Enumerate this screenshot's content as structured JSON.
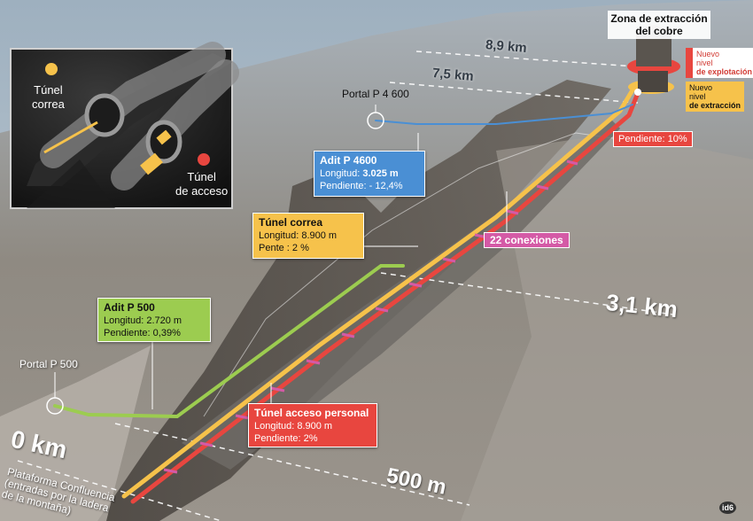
{
  "mine": {
    "title": "Zona de extracción del cobre",
    "new_exploitation_level": {
      "line1": "Nuevo",
      "line2": "nivel",
      "line3": "de explotación"
    },
    "new_extraction_level": {
      "line1": "Nuevo",
      "line2": "nivel",
      "line3": "de extracción"
    }
  },
  "distances": {
    "d_8_9": "8,9 km",
    "d_7_5": "7,5 km",
    "d_3_1": "3,1 km",
    "d_500": "500 m",
    "d_0": "0 km"
  },
  "portals": {
    "p4600": "Portal P 4 600",
    "p500": "Portal P 500"
  },
  "platform": {
    "line1": "Plataforma Confluencia",
    "line2": "(entradas por la ladera",
    "line3": "de la montaña)"
  },
  "slope_label": "Pendiente: 10%",
  "connections_label": "22 conexiones",
  "inset": {
    "belt_tunnel": {
      "line1": "Túnel",
      "line2": "correa"
    },
    "access_tunnel": {
      "line1": "Túnel",
      "line2": "de acceso"
    }
  },
  "adit_4600": {
    "title": "Adit P 4600",
    "length_label": "Longitud:",
    "length_value": "3.025 m",
    "slope_label": "Pendiente:",
    "slope_value": "- 12,4%"
  },
  "belt_tunnel": {
    "title": "Túnel correa",
    "length_label": "Longitud:",
    "length_value": "8.900 m",
    "slope_label": "Pente :",
    "slope_value": "2 %"
  },
  "adit_500": {
    "title": "Adit P 500",
    "length_label": "Longitud:",
    "length_value": "2.720 m",
    "slope_label": "Pendiente:",
    "slope_value": "0,39%"
  },
  "access_tunnel": {
    "title": "Túnel acceso personal",
    "length_label": "Longitud:",
    "length_value": "8.900 m",
    "slope_label": "Pendiente:",
    "slope_value": "2%"
  },
  "credit": "id6",
  "colors": {
    "belt": "#f6c24b",
    "access": "#e8463f",
    "adit500": "#9ccc50",
    "adit4600": "#4a8fd4",
    "connection": "#d45aa6",
    "gray_box": "#c9c9c9"
  }
}
